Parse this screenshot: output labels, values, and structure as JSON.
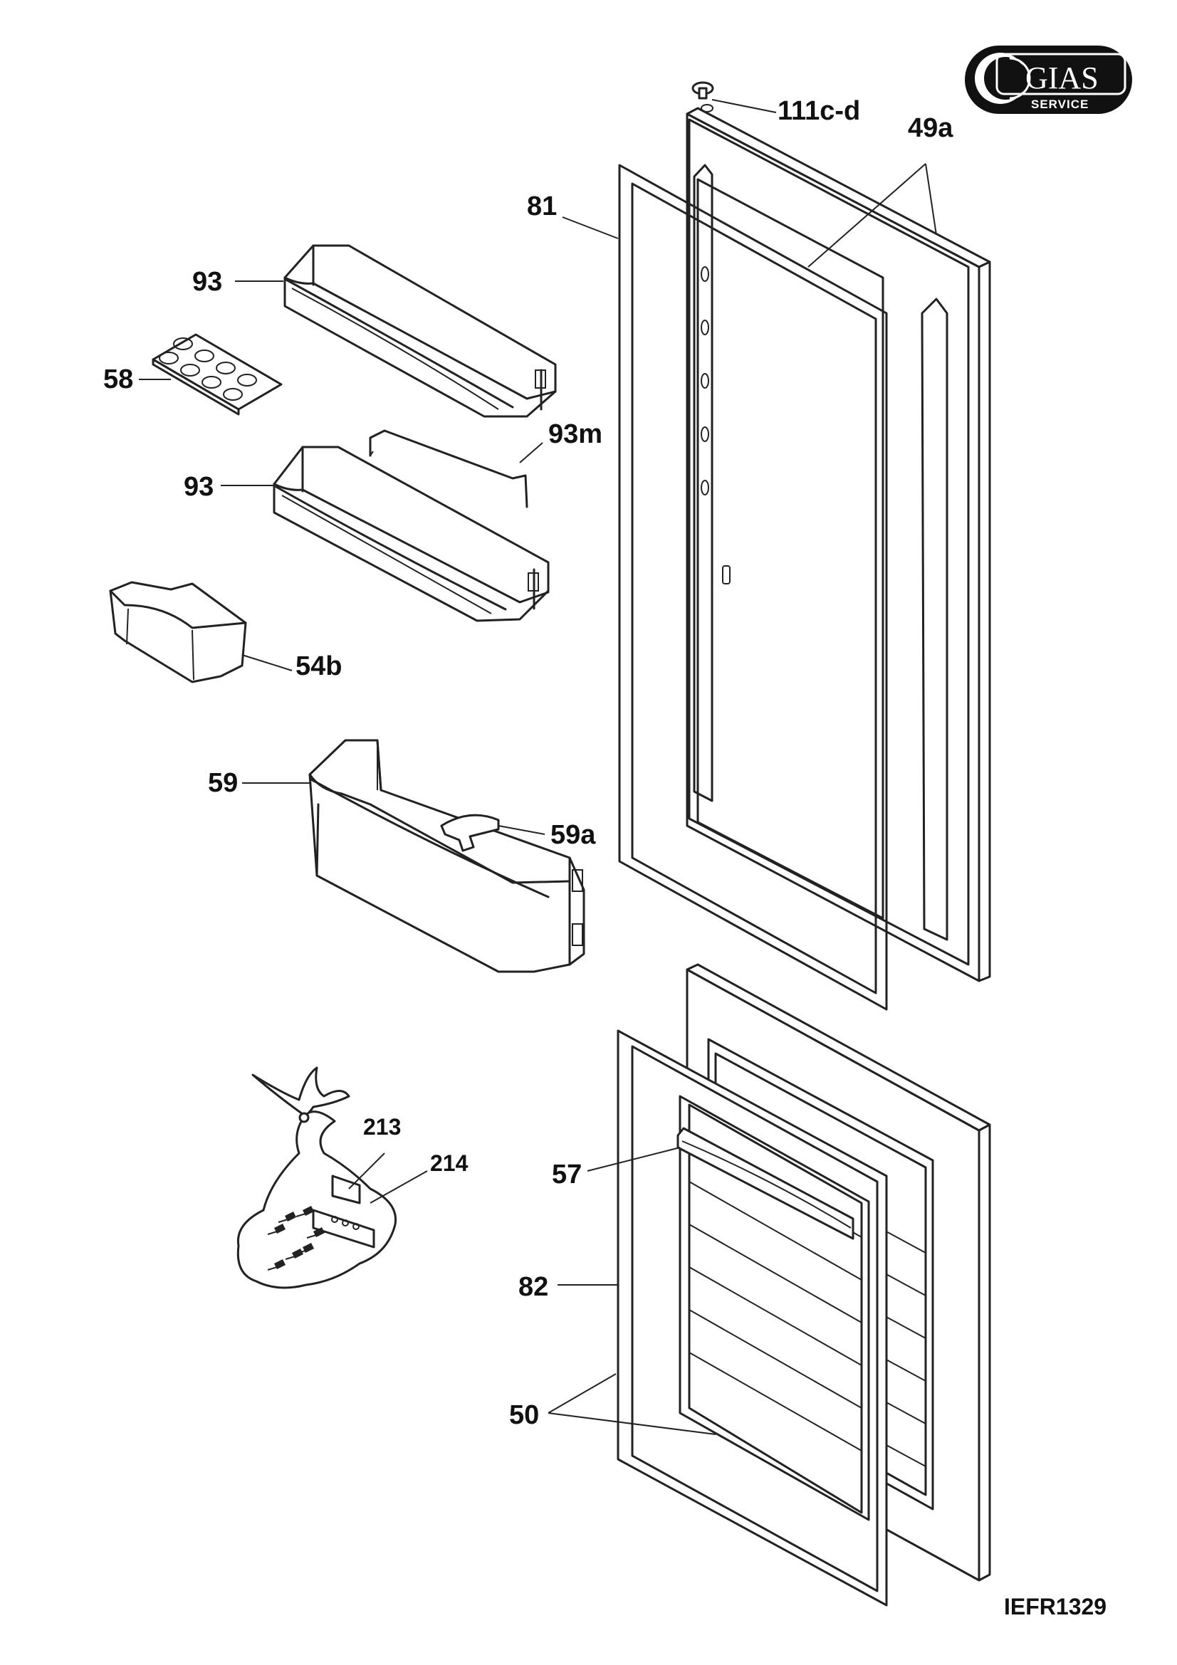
{
  "logo": {
    "brand": "GIAS",
    "subtitle": "SERVICE"
  },
  "reference_code": "IEFR1329",
  "labels": {
    "p111cd": "111c-d",
    "p49a": "49a",
    "p81": "81",
    "p93_top": "93",
    "p58": "58",
    "p93m": "93m",
    "p93_mid": "93",
    "p54b": "54b",
    "p59": "59",
    "p59a": "59a",
    "p213": "213",
    "p214": "214",
    "p57": "57",
    "p82": "82",
    "p50": "50"
  }
}
